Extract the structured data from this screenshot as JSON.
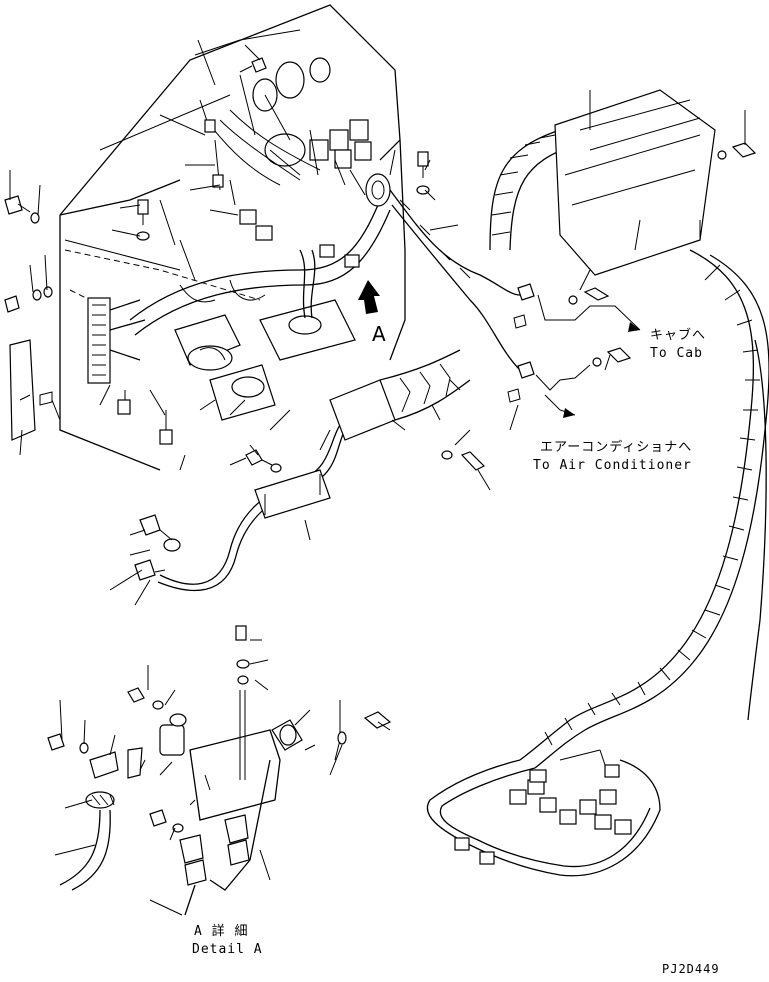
{
  "callouts": {
    "to_cab_jp": "キャブへ",
    "to_cab_en": "To Cab",
    "to_ac_jp": "エアーコンディショナへ",
    "to_ac_en": "To Air Conditioner",
    "view_letter": "A",
    "detail_jp": "A 詳 細",
    "detail_en": "Detail A"
  },
  "drawing_code": "PJ2D449"
}
